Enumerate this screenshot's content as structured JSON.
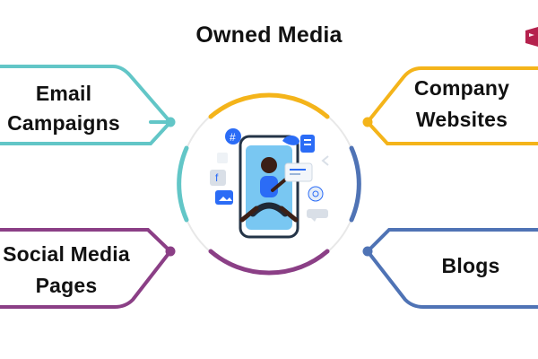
{
  "title": "Owned Media",
  "items": [
    {
      "id": "email",
      "label_lines": [
        "Email",
        "Campaigns"
      ],
      "color": "#62c6c7"
    },
    {
      "id": "company",
      "label_lines": [
        "Company",
        "Websites"
      ],
      "color": "#f4b41a"
    },
    {
      "id": "social",
      "label_lines": [
        "Social Media",
        "Pages"
      ],
      "color": "#8b3f86"
    },
    {
      "id": "blogs",
      "label_lines": [
        "Blogs"
      ],
      "color": "#4f73b5"
    }
  ],
  "colors": {
    "email": "#62c6c7",
    "company": "#f4b41a",
    "social": "#8b3f86",
    "blogs": "#4f73b5",
    "accent": "#b5214d",
    "text": "#111111"
  },
  "center_graphic": "person-with-phone-social-media-illustration"
}
